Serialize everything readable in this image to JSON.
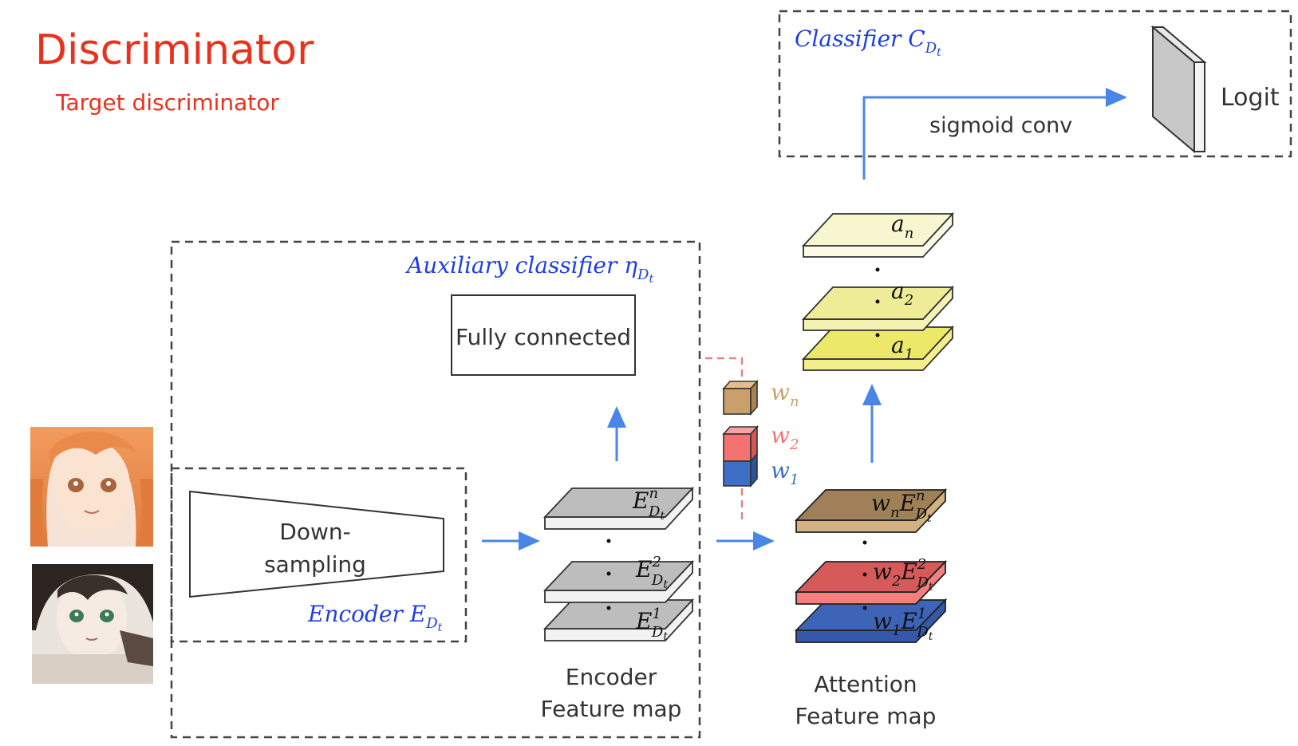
{
  "slide": {
    "title": "Discriminator",
    "subtitle": "Target discriminator"
  },
  "classifier": {
    "label": "Classifier C",
    "label_sub": "D",
    "label_subsub": "t",
    "arrow_label": "sigmoid conv",
    "output_label": "Logit"
  },
  "auxiliary": {
    "label": "Auxiliary classifier η",
    "label_sub": "D",
    "label_subsub": "t",
    "fc_label": "Fully connected"
  },
  "encoder": {
    "down_line1": "Down-",
    "down_line2": "sampling",
    "label": "Encoder E",
    "label_sub": "D",
    "label_subsub": "t"
  },
  "encoder_map": {
    "caption_line1": "Encoder",
    "caption_line2": "Feature map",
    "layers": [
      {
        "base": "E",
        "sup": "n",
        "sub": "D",
        "subsub": "t"
      },
      {
        "base": "E",
        "sup": "2",
        "sub": "D",
        "subsub": "t"
      },
      {
        "base": "E",
        "sup": "1",
        "sub": "D",
        "subsub": "t"
      }
    ]
  },
  "weights": [
    {
      "label": "w",
      "sub": "n",
      "color": "#c9a06a"
    },
    {
      "label": "w",
      "sub": "2",
      "color": "#f47272"
    },
    {
      "label": "w",
      "sub": "1",
      "color": "#3d6fc4"
    }
  ],
  "attention_map": {
    "caption_line1": "Attention",
    "caption_line2": "Feature map",
    "layers": [
      {
        "w": "w",
        "wsub": "n",
        "base": "E",
        "sup": "n",
        "sub": "D",
        "subsub": "t",
        "color": "#a08058"
      },
      {
        "w": "w",
        "wsub": "2",
        "base": "E",
        "sup": "2",
        "sub": "D",
        "subsub": "t",
        "color": "#d65a5a"
      },
      {
        "w": "w",
        "wsub": "1",
        "base": "E",
        "sup": "1",
        "sub": "D",
        "subsub": "t",
        "color": "#3558a8"
      }
    ]
  },
  "activations": [
    {
      "label": "a",
      "sub": "n"
    },
    {
      "label": "a",
      "sub": "2"
    },
    {
      "label": "a",
      "sub": "1"
    }
  ],
  "colors": {
    "title": "#e8321e",
    "accent_blue": "#1f3fe0",
    "arrow_blue": "#4a86e8",
    "dashed_red": "#e08585",
    "gray_layer": "#bdbdbd",
    "yellow_light": "#f8f6cf",
    "yellow_mid": "#efec98",
    "yellow_strong": "#ece86a"
  },
  "images": [
    {
      "name": "orange-hair-anime-face"
    },
    {
      "name": "dark-hair-anime-face"
    }
  ]
}
